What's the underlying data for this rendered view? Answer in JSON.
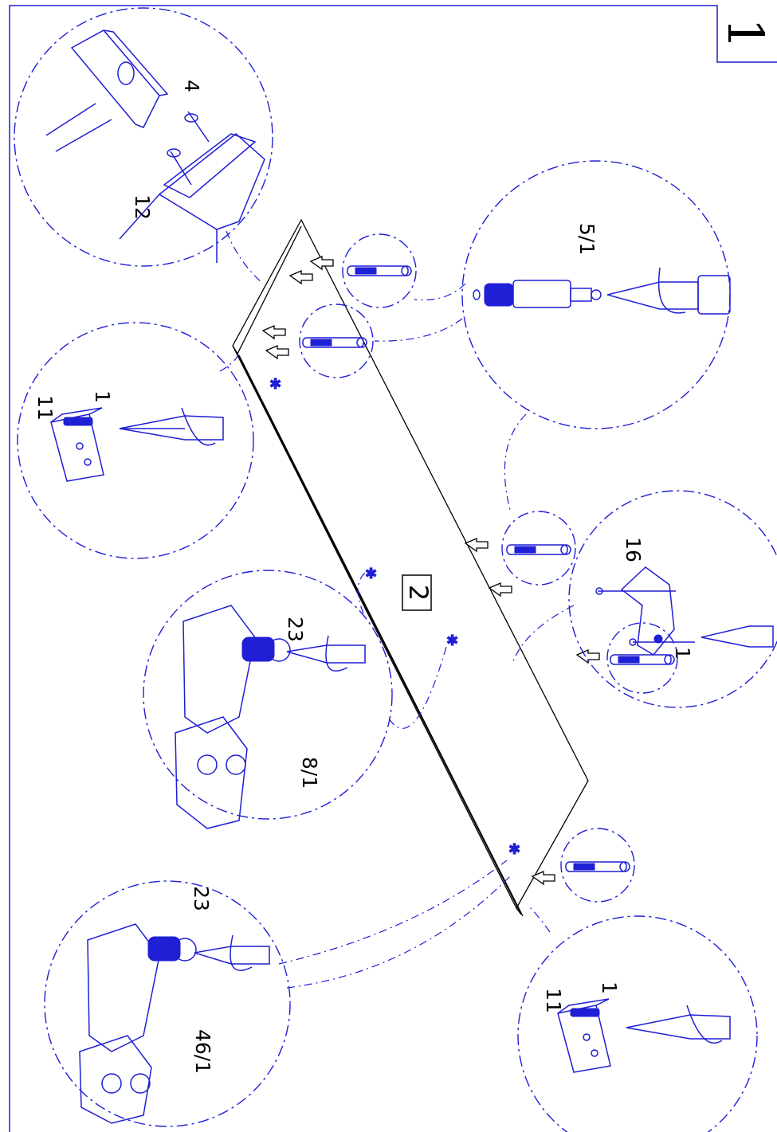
{
  "step_number": "1",
  "panel_number": "2",
  "callouts": {
    "nail_top": {
      "labels": [
        "4",
        "12"
      ]
    },
    "bracket_left": {
      "labels": [
        "1",
        "11"
      ]
    },
    "cam_bolt_top": {
      "labels": [
        "5/1"
      ]
    },
    "cam_connector": {
      "labels": [
        "16",
        "1"
      ]
    },
    "clip_middle": {
      "labels": [
        "23",
        "8/1"
      ]
    },
    "clip_bottom": {
      "labels": [
        "23",
        "46/1"
      ]
    },
    "bracket_bottom": {
      "labels": [
        "1",
        "11"
      ]
    }
  },
  "colors": {
    "frame": "#1f1fd6",
    "callouts": "#1f1fd6",
    "panel": "#000000"
  },
  "icons": [
    "hammer-icon",
    "screwdriver-icon",
    "cam-bolt-icon",
    "dowel-icon",
    "bracket-icon",
    "clip-icon"
  ]
}
